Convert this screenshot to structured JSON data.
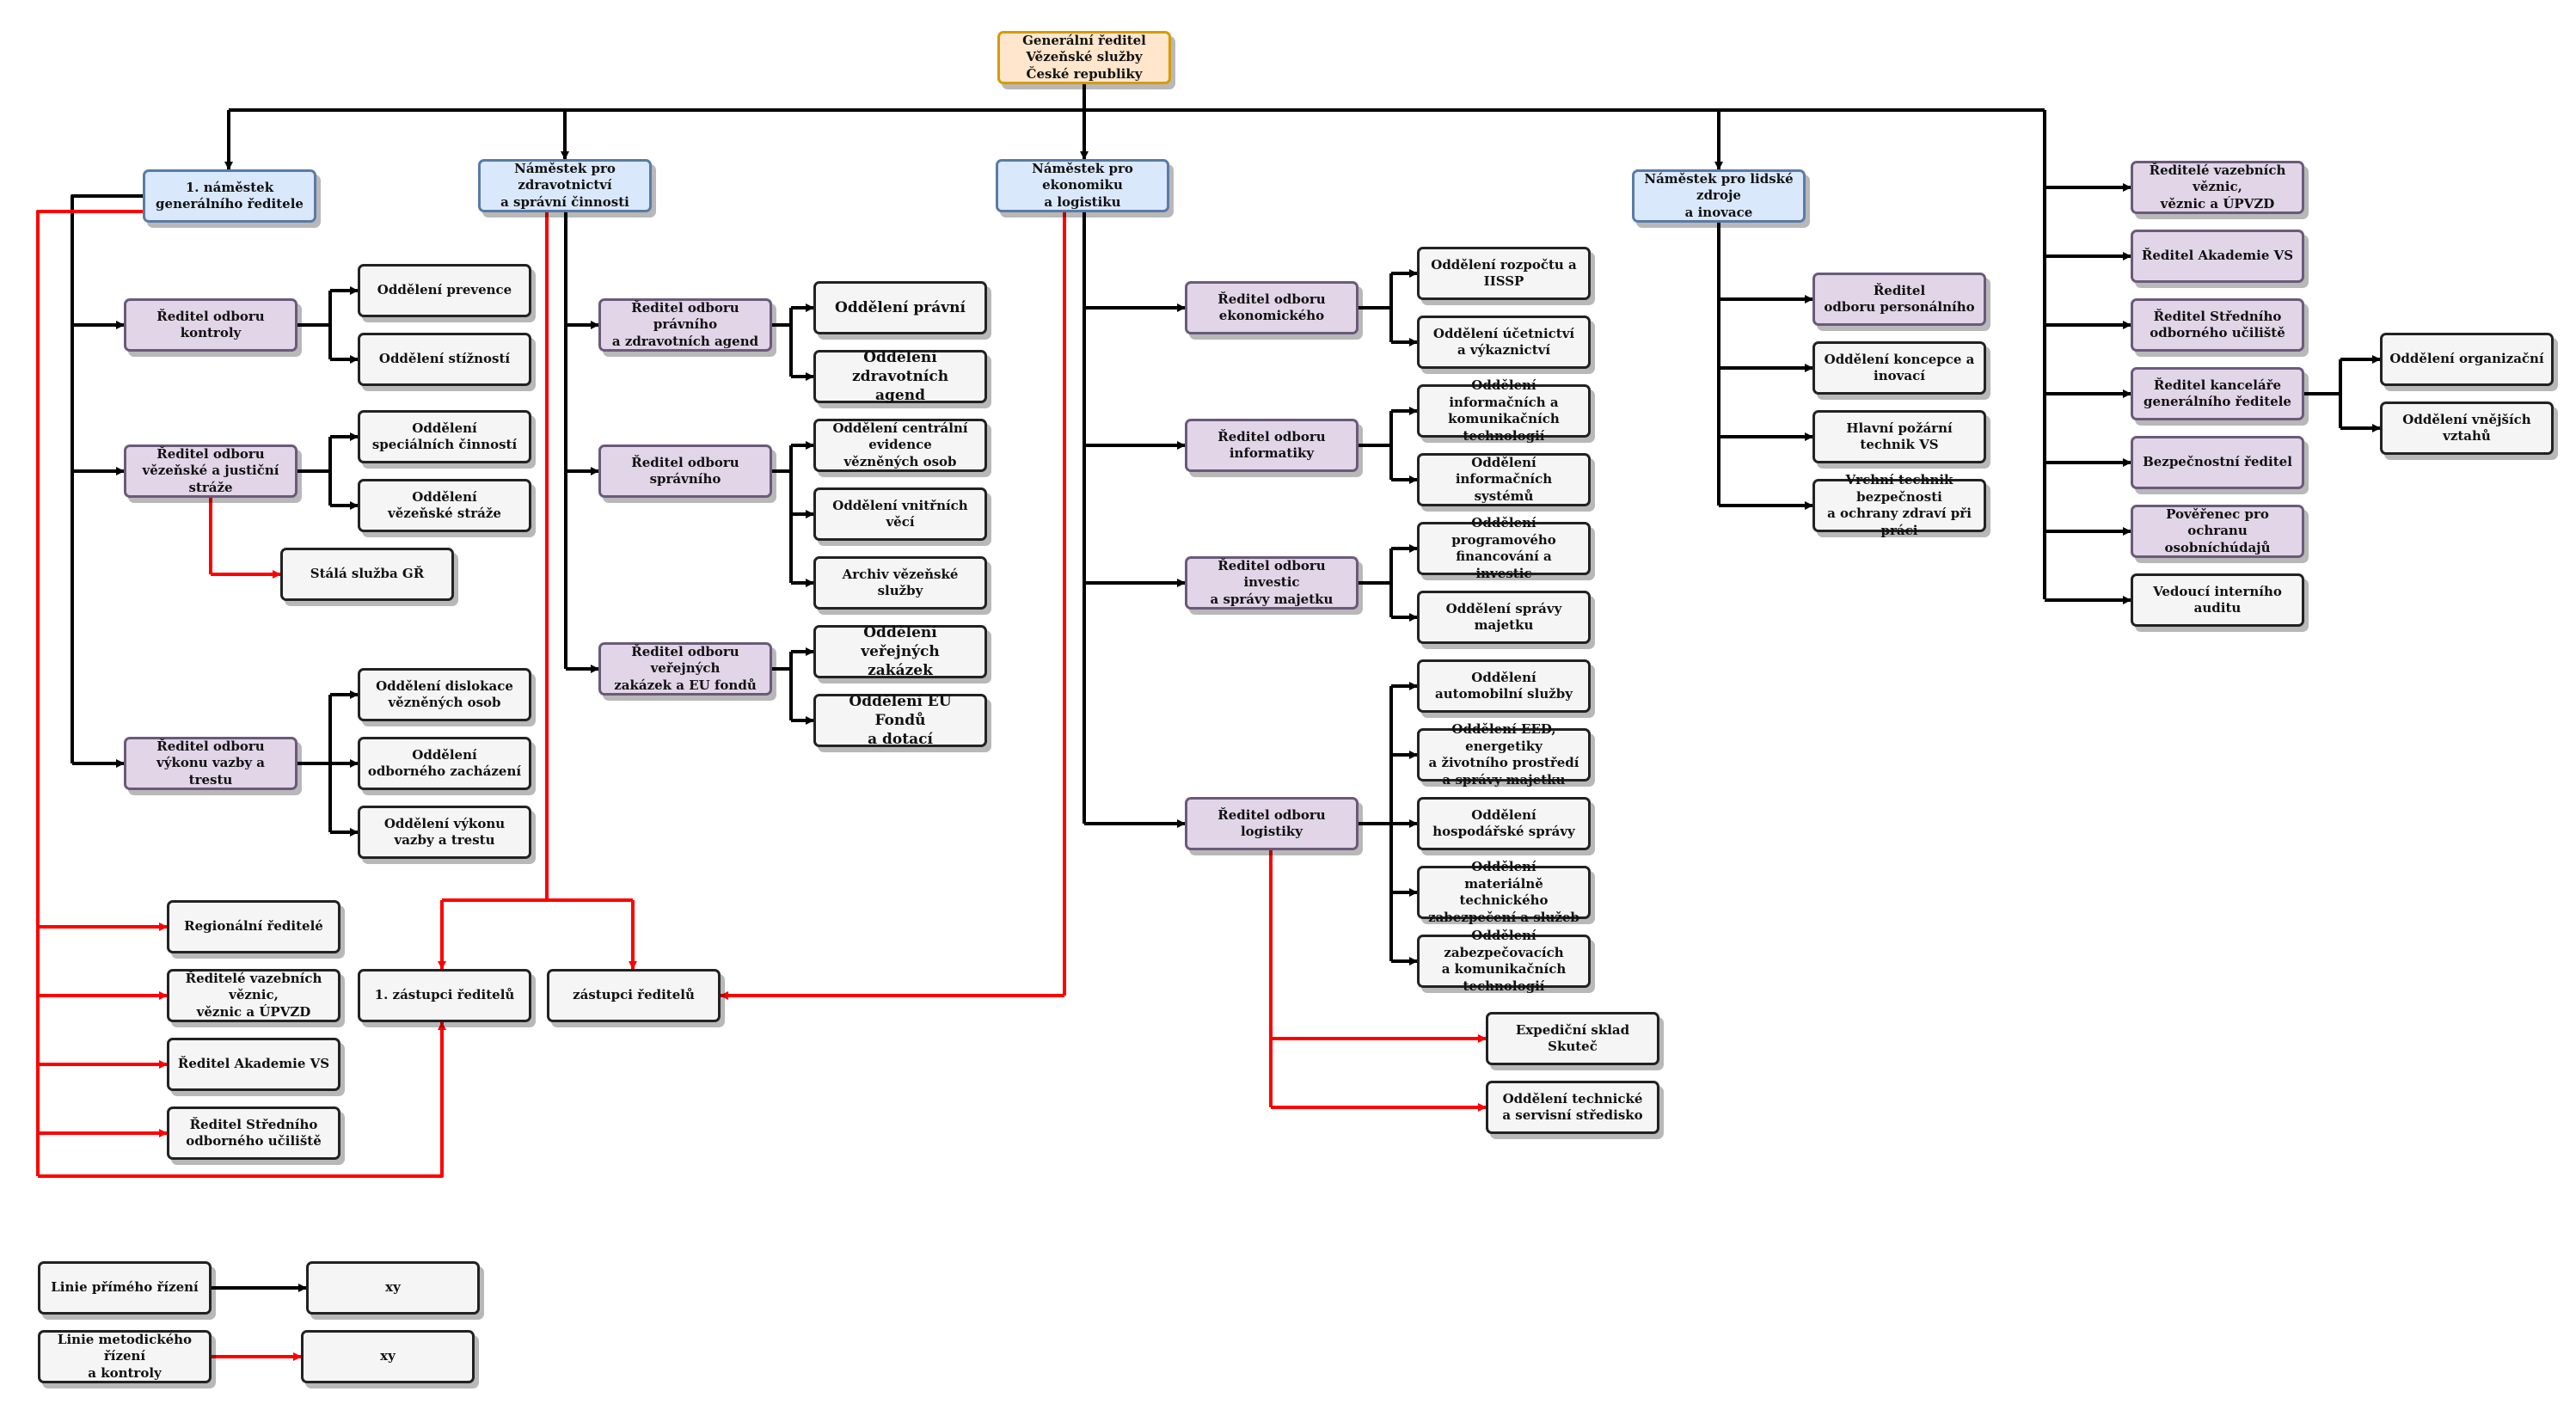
{
  "nodes": {
    "gr": "Generální ředitel\nVězeňské služby\nČeské republiky",
    "n1": "1. náměstek\ngenerálního ředitele",
    "nz": "Náměstek pro zdravotnictví\na správní činnosti",
    "ne": "Náměstek pro ekonomiku\na logistiku",
    "nl": "Náměstek pro lidské zdroje\na inovace",
    "rk": "Ředitel odboru\nkontroly",
    "op": "Oddělení prevence",
    "os": "Oddělení stížností",
    "rvj": "Ředitel odboru\nvězeňské a justiční stráže",
    "osc": "Oddělení\nspeciálních činností",
    "ovs": "Oddělení\nvězeňské stráže",
    "ssg": "Stálá služba GŘ",
    "rvvt": "Ředitel odboru\nvýkonu vazby a trestu",
    "odv": "Oddělení dislokace\nvězněných osob",
    "ooz": "Oddělení\nodborného zacházení",
    "ovvt": "Oddělení výkonu\nvazby a trestu",
    "rpr": "Ředitel odboru právního\na zdravotních agend",
    "opr": "Oddělení právní",
    "oza": "Oddělení zdravotních\nagend",
    "rsp": "Ředitel odboru správního",
    "oce": "Oddělení centrální evidence\nvězněných osob",
    "ovv": "Oddělení vnitřních věcí",
    "avs": "Archiv vězeňské služby",
    "rvz": "Ředitel odboru veřejných\nzakázek a EU fondů",
    "ovz": "Oddělení veřejných\nzakázek",
    "oeu": "Oddělení EU Fondů\na dotací",
    "rek": "Ředitel odboru\nekonomického",
    "orr": "Oddělení rozpočtu a IISSP",
    "ouv": "Oddělení účetnictví\na výkaznictví",
    "rin": "Ředitel odboru informatiky",
    "oikt": "Oddělení informačních a\nkomunikačních technologií",
    "ois": "Oddělení\ninformačních systémů",
    "rinv": "Ředitel odboru investic\na správy majetku",
    "opf": "Oddělení programového\nfinancování a investic",
    "osm": "Oddělení správy majetku",
    "rlog": "Ředitel odboru logistiky",
    "oas": "Oddělení\nautomobilní služby",
    "oeed": "Oddělení EED, energetiky\na životního prostředí\na správy majetku",
    "ohs": "Oddělení\nhospodářské správy",
    "omt": "Oddělení\nmateriálně technického\nzabezpečení a služeb",
    "ozkt": "Oddělení zabezpečovacích\na komunikačních technologií",
    "esk": "Expediční sklad\nSkuteč",
    "otss": "Oddělení technické\na servisní středisko",
    "rpers": "Ředitel\nodboru personálního",
    "oki": "Oddělení koncepce a inovací",
    "hpt": "Hlavní požární technik VS",
    "vtb": "Vrchní technik bezpečnosti\na ochrany zdraví při práci",
    "rvv": "Ředitelé vazebních věznic,\nvěznic a ÚPVZD",
    "rav": "Ředitel Akademie VS",
    "rsou": "Ředitel Středního\nodborného učiliště",
    "rkgr": "Ředitel kanceláře\ngenerálního ředitele",
    "oorg": "Oddělení organizační",
    "ovvz": "Oddělení vnějších vztahů",
    "bez": "Bezpečnostní ředitel",
    "poou": "Pověřenec pro\nochranu osobníchúdajů",
    "via": "Vedoucí interního auditu",
    "reg": "Regionální ředitelé",
    "rvv2": "Ředitelé vazebních věznic,\nvěznic a ÚPVZD",
    "rav2": "Ředitel Akademie VS",
    "rsou2": "Ředitel Středního\nodborného učiliště",
    "z1": "1. zástupci ředitelů",
    "z2": "zástupci ředitelů",
    "lg1": "Linie přímého řízení",
    "lg1x": "xy",
    "lg2": "Linie metodického řízení\na kontroly",
    "lg2x": "xy"
  },
  "colors": {
    "direct_line": "#000000",
    "methodic_line": "#ff0000",
    "top_fill": "#ffe6cc",
    "deputy_fill": "#dae8fc",
    "director_fill": "#e1d5e7",
    "unit_fill": "#f5f5f5"
  }
}
